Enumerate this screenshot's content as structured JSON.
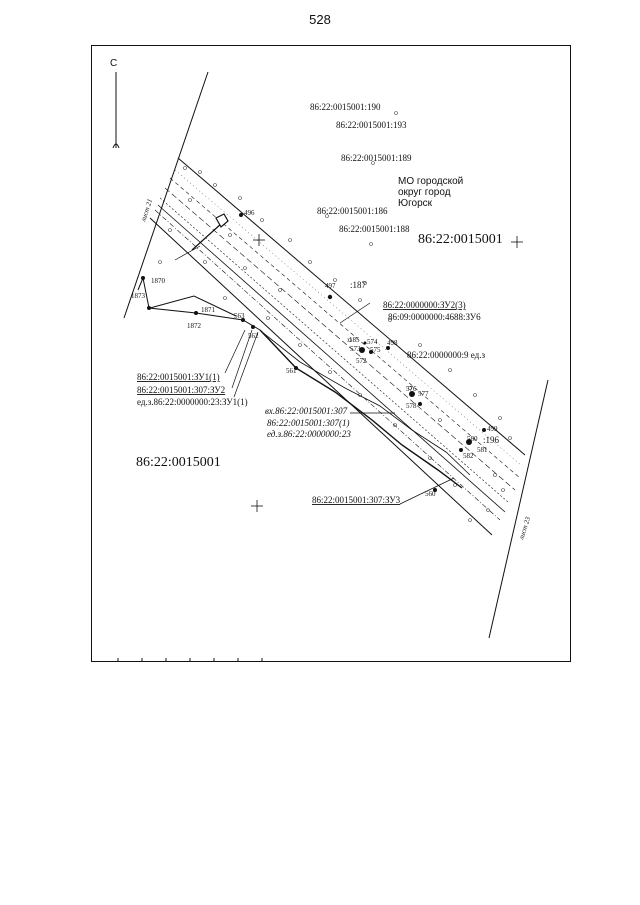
{
  "page": {
    "number": "528"
  },
  "map": {
    "north_label": "С",
    "sheet_labels": {
      "left": "лист 21",
      "right": "лист 23"
    },
    "parcels": {
      "p190": "86:22:0015001:190",
      "p193": "86:22:0015001:193",
      "p189": "86:22:0015001:189",
      "p186": "86:22:0015001:186",
      "p188": "86:22:0015001:188",
      "p187": ":187",
      "p185": ":185",
      "p196": ":196"
    },
    "municipality": [
      "МО городской",
      "округ город",
      "Югорск"
    ],
    "quarters": {
      "top_right": "86:22:0015001",
      "bottom_left": "86:22:0015001"
    },
    "zones": {
      "zu2_3": "86:22:0000000:ЗУ2(3)",
      "zu6": "86:09:0000000:4688:ЗУ6",
      "edz9": "86:22:0000000:9 ед.з",
      "zu1_1": "86:22:0015001:ЗУ1(1)",
      "zu2_307": "86:22:0015001:307:ЗУ2",
      "edz23_zu1": "ед.з.86:22:0000000:23:ЗУ1(1)",
      "vh307": "вх.86:22:0015001:307",
      "p307_1": "86:22:0015001:307(1)",
      "edz23": "ед.з.86:22:0000000:23",
      "zu3_307": "86:22:0015001:307:ЗУ3"
    },
    "points": {
      "p496": "496",
      "p497": "497",
      "p498": "498",
      "p499": "499",
      "p1870": "1870",
      "p1871": "1871",
      "p1872": "1872",
      "p1873": "1873",
      "p563": "563",
      "p562": "562",
      "p561": "561",
      "p560": "560",
      "p572": "572",
      "p573": "573",
      "p574": "574",
      "p575": "575",
      "p576": "576",
      "p577": "577",
      "p578": "578",
      "p580": "580",
      "p581": "581",
      "p582": "582"
    }
  }
}
